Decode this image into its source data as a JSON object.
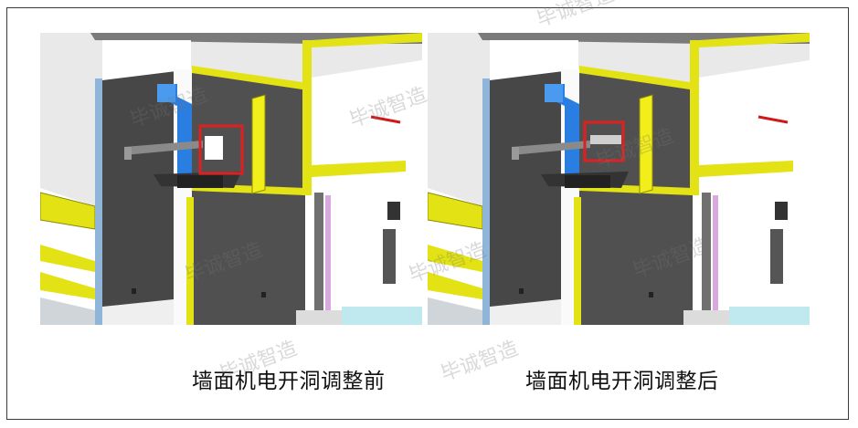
{
  "captions": {
    "before": "墙面机电开洞调整前",
    "after": "墙面机电开洞调整后"
  },
  "watermark": "毕诚智造",
  "colors": {
    "wall_dark": "#4a4a4a",
    "wall_light": "#ffffff",
    "beam_yellow": "#f2ee1a",
    "duct_blue": "#2a7de1",
    "highlight_red": "#e02020",
    "floor_gray": "#d6d6d6",
    "trim_pink": "#e9b8ef"
  }
}
